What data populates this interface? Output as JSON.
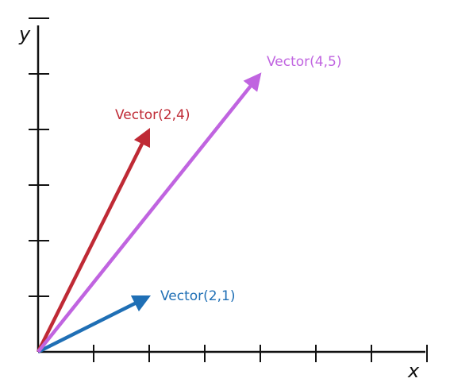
{
  "axes": {
    "x_label": "x",
    "y_label": "y",
    "x_max_units": 7,
    "y_max_units": 6,
    "x_ticks": [
      1,
      2,
      3,
      4,
      5,
      6,
      7
    ],
    "y_ticks": [
      1,
      2,
      3,
      4,
      5,
      6
    ]
  },
  "vectors": [
    {
      "label": "Vector(2,1)",
      "x": 2,
      "y": 1,
      "color": "#1f6fb5"
    },
    {
      "label": "Vector(2,4)",
      "x": 2,
      "y": 4,
      "color": "#bf2a35"
    },
    {
      "label": "Vector(4,5)",
      "x": 4,
      "y": 5,
      "color": "#c064e0"
    }
  ]
}
